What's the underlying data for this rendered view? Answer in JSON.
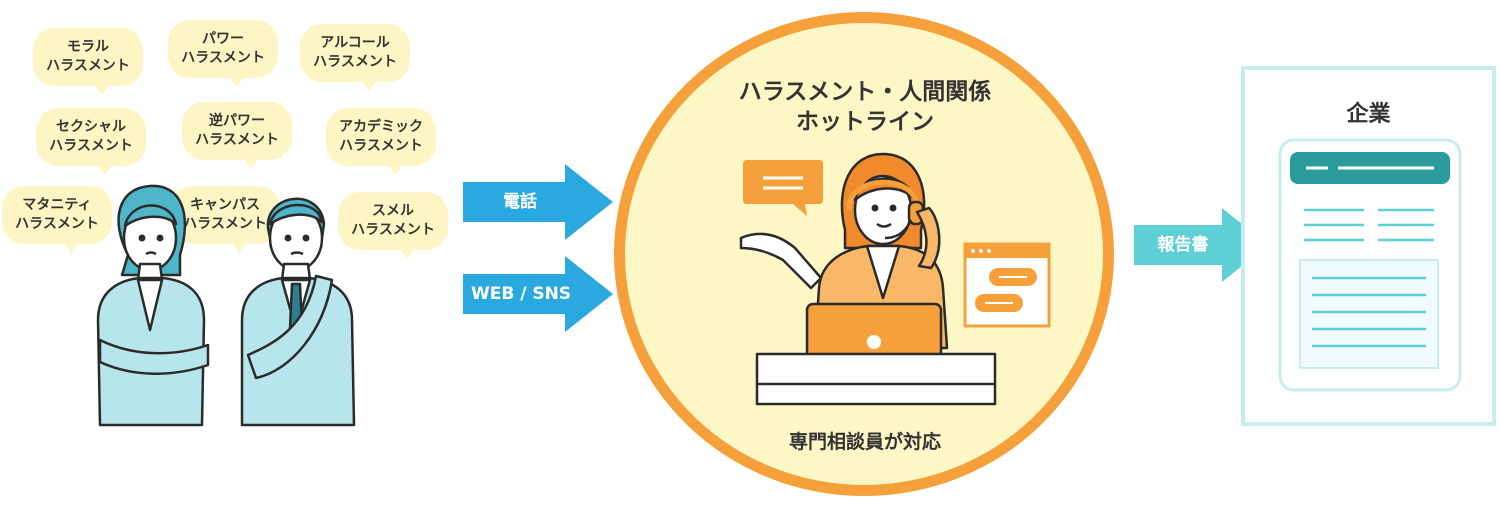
{
  "bubbles": [
    {
      "line1": "モラル",
      "line2": "ハラスメント"
    },
    {
      "line1": "パワー",
      "line2": "ハラスメント"
    },
    {
      "line1": "アルコール",
      "line2": "ハラスメント"
    },
    {
      "line1": "セクシャル",
      "line2": "ハラスメント"
    },
    {
      "line1": "逆パワー",
      "line2": "ハラスメント"
    },
    {
      "line1": "アカデミック",
      "line2": "ハラスメント"
    },
    {
      "line1": "マタニティ",
      "line2": "ハラスメント"
    },
    {
      "line1": "キャンパス",
      "line2": "ハラスメント"
    },
    {
      "line1": "スメル",
      "line2": "ハラスメント"
    }
  ],
  "channels": {
    "phone": "電話",
    "web": "WEB / SNS"
  },
  "hotline": {
    "title_line1": "ハラスメント・人間関係",
    "title_line2": "ホットライン",
    "caption": "専門相談員が対応"
  },
  "report": {
    "label": "報告書"
  },
  "company": {
    "title": "企業"
  },
  "colors": {
    "bubble": "#fdf6c4",
    "channel_arrow": "#29a9e0",
    "circle_fill": "#fdf7c5",
    "circle_border": "#f6a03c",
    "report_arrow": "#5fcfd6",
    "accent_teal": "#2a9a9a",
    "suit": "#b6e6ec"
  }
}
